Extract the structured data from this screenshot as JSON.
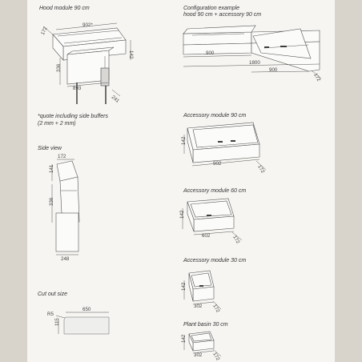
{
  "titles": {
    "hood_module": "Hood module 90 cm",
    "config_line1": "Configuration example",
    "config_line2": "hood 90 cm + accessory 90 cm",
    "quote_line1": "*quote including side buffers",
    "quote_line2": "(2 mm + 2 mm)",
    "side_view": "Side view",
    "acc90": "Accessory module 90 cm",
    "acc60": "Accessory module 60 cm",
    "acc30": "Accessory module 30 cm",
    "cutout": "Cut out size",
    "plant": "Plant basin 30 cm"
  },
  "dims": {
    "hood": {
      "d172": "172",
      "w902": "902*",
      "h336": "336",
      "h142": "142",
      "d893": "893",
      "d241": "241"
    },
    "config": {
      "w900a": "900",
      "w1800": "1800",
      "w900b": "900",
      "d172": "172"
    },
    "side": {
      "d172": "172",
      "h141": "141",
      "h336": "336",
      "w248": "248"
    },
    "acc90": {
      "h142": "142",
      "w902": "902",
      "d172": "172"
    },
    "acc60": {
      "h142": "142",
      "w602": "602",
      "d172": "172"
    },
    "acc30": {
      "h142": "142",
      "w302": "302",
      "d172": "172"
    },
    "cutout": {
      "r5": "R5",
      "w650": "650",
      "h115": "115"
    },
    "plant": {
      "h142": "142",
      "w302": "302",
      "d172": "172"
    }
  }
}
